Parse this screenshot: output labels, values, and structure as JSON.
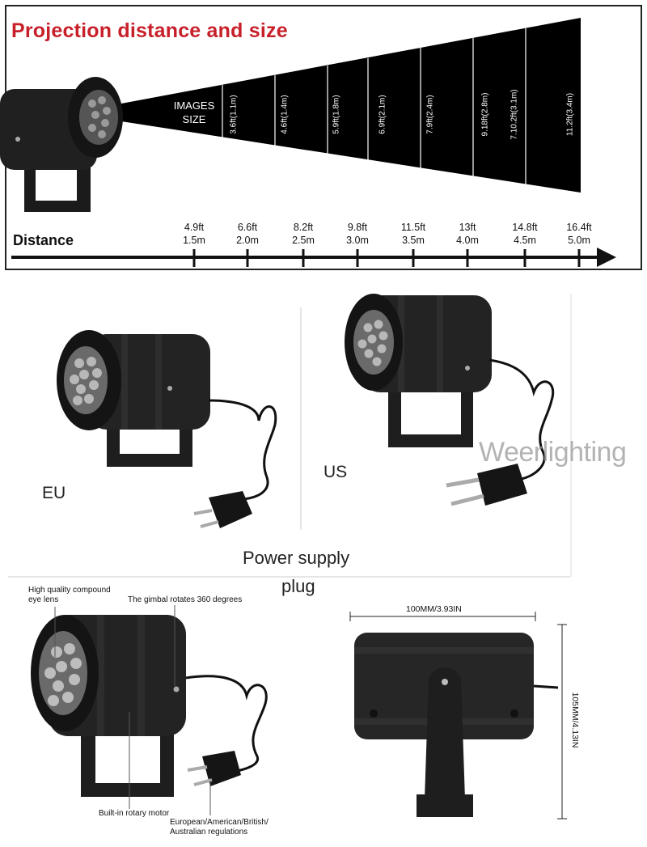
{
  "title": "Projection distance and size",
  "images_size_label": [
    "IMAGES",
    "SIZE"
  ],
  "distance_label": "Distance",
  "projection_sizes": [
    "3.6ft(1.1m)",
    "4.6ft(1.4m)",
    "5.9ft(1.8m)",
    "6.9ft(2.1m)",
    "7.9ft(2.4m)",
    "9.18ft(2.8m)",
    "7.10.2ft(3.1m)",
    "11.2ft(3.4m)"
  ],
  "distances": [
    {
      "ft": "4.9ft",
      "m": "1.5m"
    },
    {
      "ft": "6.6ft",
      "m": "2.0m"
    },
    {
      "ft": "8.2ft",
      "m": "2.5m"
    },
    {
      "ft": "9.8ft",
      "m": "3.0m"
    },
    {
      "ft": "11.5ft",
      "m": "3.5m"
    },
    {
      "ft": "13ft",
      "m": "4.0m"
    },
    {
      "ft": "14.8ft",
      "m": "4.5m"
    },
    {
      "ft": "16.4ft",
      "m": "5.0m"
    }
  ],
  "plugs": {
    "eu": "EU",
    "us": "US"
  },
  "watermark": "Weerlighting",
  "power_supply": "Power supply",
  "plug": "plug",
  "annotations": {
    "lens": "High quality compound eye lens",
    "gimbal": "The gimbal rotates 360 degrees",
    "motor": "Built-in rotary motor",
    "regulations": "European/American/British/ Australian regulations"
  },
  "dimensions": {
    "width": "100MM/3.93IN",
    "height": "105MM/4.13IN"
  },
  "colors": {
    "title": "#c8202a",
    "device": "#1b1b1b",
    "beam": "#000000"
  }
}
